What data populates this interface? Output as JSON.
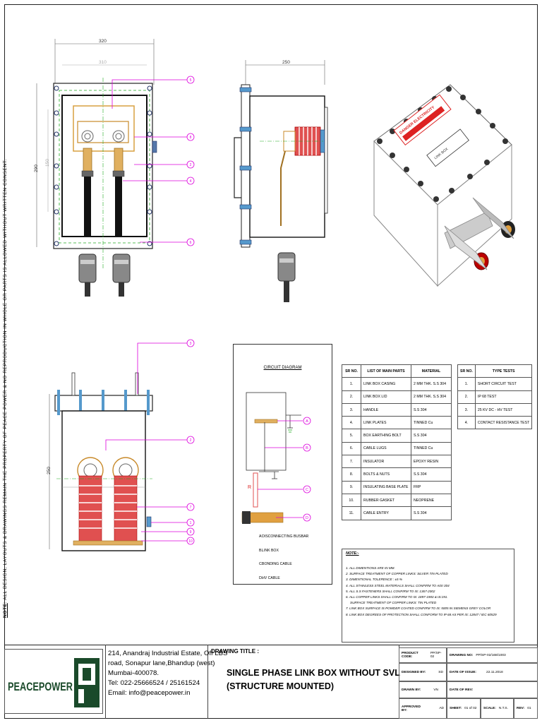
{
  "side_note": {
    "prefix": "NOTE",
    "text": ": ALL DESIGN, LAYOUTS & DRAWINGS REMAIN THE PROPERTY OF PEACE POWER & NO REPRODUCTION IN WHOLE OR PARTS IS ALLOWED WITHOUT WRITTEN CONSENT."
  },
  "front_view": {
    "dim_width_outer": "320",
    "dim_width_inner": "310",
    "dim_height_outer": "290",
    "dim_height_inner": "150",
    "balloons": [
      "5",
      "8",
      "2",
      "4",
      "6"
    ]
  },
  "side_view": {
    "dim_width": "250"
  },
  "section_view": {
    "dim_height": "250",
    "balloons": [
      "3",
      "2",
      "7",
      "1",
      "9",
      "10"
    ]
  },
  "circuit": {
    "title": "CIRCUIT DIAGRAM",
    "r_label": "R",
    "markers": [
      "A",
      "B",
      "C",
      "D"
    ],
    "legend": [
      {
        "key": "A",
        "label": "DISCONNECTING BUSBAR"
      },
      {
        "key": "B.",
        "label": "LINK BOX"
      },
      {
        "key": "C.",
        "label": "BONDING CABLE"
      },
      {
        "key": "D.",
        "label": "HV CABLE"
      }
    ]
  },
  "parts_table": {
    "headers": [
      "SR NO.",
      "LIST OF MAIN PARTS",
      "MATERIAL"
    ],
    "rows": [
      [
        "1.",
        "LINK BOX CASING",
        "2 MM THK. S.S 304"
      ],
      [
        "2.",
        "LINK BOX LID",
        "2 MM THK. S.S 304"
      ],
      [
        "3.",
        "HANDLE",
        "S.S 304"
      ],
      [
        "4.",
        "LINK PLATES",
        "TINNED Cu"
      ],
      [
        "5.",
        "BOX EARTHING BOLT",
        "S.S 304"
      ],
      [
        "6.",
        "CABLE LUGS",
        "TINNED Cu"
      ],
      [
        "7.",
        "INSULATOR",
        "EPOXY RESIN"
      ],
      [
        "8.",
        "BOLTS & NUTS",
        "S.S 304"
      ],
      [
        "9.",
        "INSULATING BASE PLATE",
        "FRP"
      ],
      [
        "10.",
        "RUBBER GASKET",
        "NEOPRENE"
      ],
      [
        "11.",
        "CABLE ENTRY",
        "S.S 304"
      ]
    ]
  },
  "type_tests": {
    "headers": [
      "SR NO.",
      "TYPE TESTS"
    ],
    "rows": [
      [
        "1.",
        "SHORT CIRCUIT TEST"
      ],
      [
        "2.",
        "IP 68 TEST"
      ],
      [
        "3.",
        "25 KV DC - HV TEST"
      ],
      [
        "4.",
        "CONTACT RESISTANCE TEST"
      ]
    ]
  },
  "notes": {
    "title": "NOTE:-",
    "lines": [
      "1. ALL DIMENTIONS ARE IN MM.",
      "2. SURFACE TREATMENT OF COPPER LINKS: SILVER TIN PLATED",
      "3. DIMENTIONAL TOLERENCE : ±5 %",
      "4. ALL STAINLESS STEEL MATERIALS SHALL CONFIRM TO AISI 304",
      "5. ALL S.S FASTENERS SHALL CONFIRM TO IS: 1367-2002",
      "6. ALL COPPER LINKS SHALL CONFIRM TO IS: 1897-1983 & IS:191.",
      "   SURFACE TREATMENT OF COPPER LINKS: TIN PLATED",
      "7. LINK BOX SURFACE IS POWDER COATED CONFIRM TO IS: 5005 IN SIEMENS GREY COLOR",
      "8. LINK BOX DEGREES OF PROTECTION SHALL CONFORM TO IP 68 AS PER IS: 12847 / IEC 60529"
    ]
  },
  "company": {
    "logo_text": "PEACEPOWER",
    "address_lines": [
      "214, Anandraj Industrial Estate, Off LBS",
      "road, Sonapur lane,Bhandup (west)",
      "Mumbai-400078.",
      "Tel: 022-25666524 / 25161524",
      "Email: info@peacepower.in"
    ]
  },
  "title_block": {
    "drawing_title_label": "DRAWING TITLE :",
    "title_line1": "SINGLE PHASE LINK BOX WITHOUT SVL",
    "title_line2": "(STRUCTURE MOUNTED)",
    "product_code_label": "PRODUCT CODE:",
    "product_code": "PP/SP-02",
    "drawing_no_label": "DRAWING NO:",
    "drawing_no": "PP/SP-02/168/1003",
    "designed_by_label": "DESIGNED BY:",
    "designed_by": "SD",
    "date_of_issue_label": "DATE OF ISSUE:",
    "date_of_issue": "22.11.2018",
    "drawn_by_label": "DRAWN BY:",
    "drawn_by": "VN",
    "date_of_rev_label": "DATE OF REV:",
    "date_of_rev": "",
    "approved_by_label": "APPROVED BY:",
    "approved_by": "AD",
    "sheet_label": "SHEET:",
    "sheet": "01 of 02",
    "scale_label": "SCALE:",
    "scale": "N.T.S.",
    "rev_label": "REV:",
    "rev": "01"
  },
  "iso_label": {
    "line1": "DANGER ELECTRICITY",
    "line2": "LINK BOX"
  }
}
